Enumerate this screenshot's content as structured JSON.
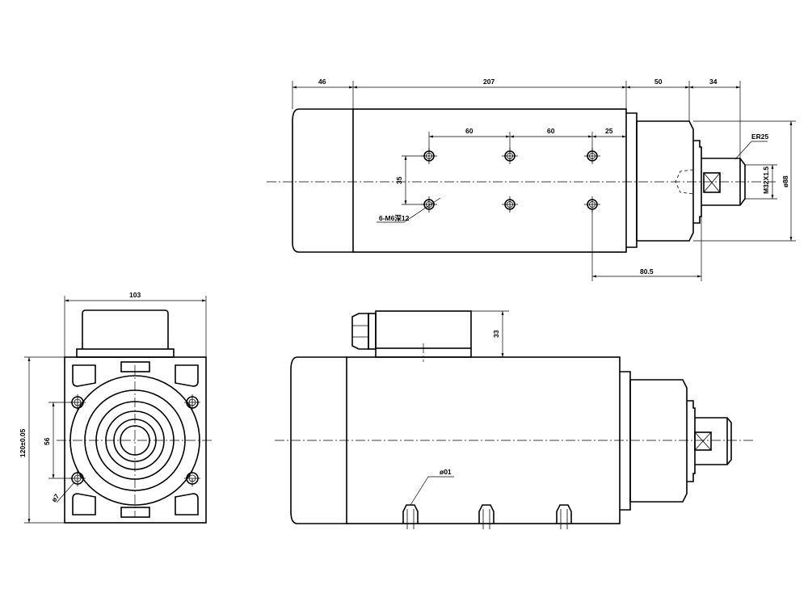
{
  "top_view": {
    "dims": {
      "len_46": "46",
      "len_207": "207",
      "len_50": "50",
      "len_34": "34",
      "hole_60a": "60",
      "hole_60b": "60",
      "hole_25": "25",
      "hole_35": "35",
      "holes_callout": "6-M6深12",
      "collet": "ER25",
      "thread": "M32X1.5",
      "nose_dia": "ø88",
      "offset_80_5": "80.5"
    }
  },
  "end_view": {
    "dims": {
      "width": "103",
      "height": "120±0.05",
      "hole_pitch": "56",
      "hole_dia": "ø7"
    }
  },
  "side_view": {
    "dims": {
      "connector_height": "33",
      "fitting_dia": "ø01"
    }
  }
}
